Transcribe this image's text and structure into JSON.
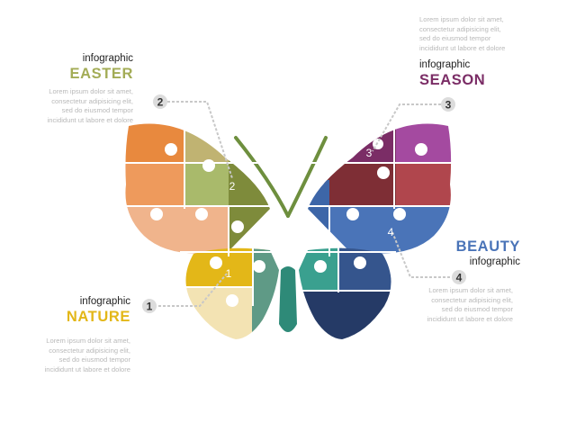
{
  "colors": {
    "easter": "#a3ac56",
    "season": "#7b2d66",
    "beauty": "#4a74b8",
    "nature": "#e3b718",
    "connector": "#c8c8c8",
    "badge_fill": "#dcdcdc",
    "body_text": "#b9b9b9"
  },
  "body_lines": [
    "Lorem ipsum dolor sit amet,",
    "consectetur adipisicing elit,",
    "sed do eiusmod tempor",
    "incididunt ut labore et dolore"
  ],
  "blocks": {
    "easter": {
      "kicker": "infographic",
      "title": "EASTER"
    },
    "season": {
      "kicker": "infographic",
      "title": "SEASON"
    },
    "beauty": {
      "title": "BEAUTY",
      "kicker": "infographic"
    },
    "nature": {
      "kicker": "infographic",
      "title": "NATURE"
    }
  },
  "badges": {
    "n1": "1",
    "n2": "2",
    "n3": "3",
    "n4": "4"
  },
  "piece_numbers": {
    "n1": "1",
    "n2": "2",
    "n3": "3",
    "n4": "4"
  },
  "icon": "butterfly-puzzle"
}
